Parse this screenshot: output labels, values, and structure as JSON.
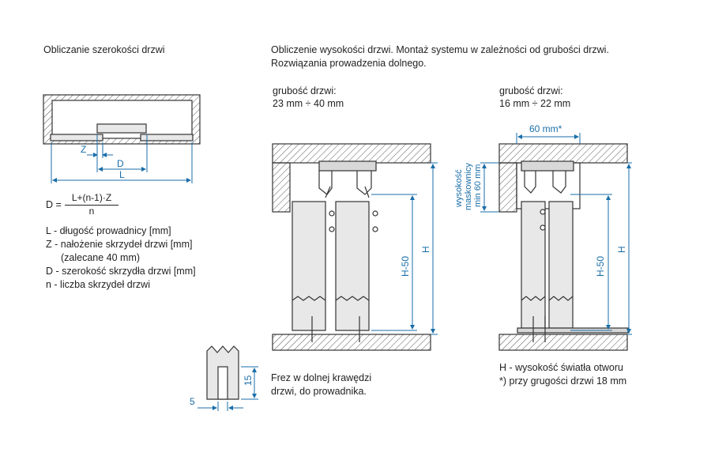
{
  "left": {
    "title": "Obliczanie szerokości drzwi",
    "dims": {
      "z": "Z",
      "d": "D",
      "l": "L"
    },
    "formula": {
      "lhs": "D =",
      "numerator": "L+(n-1)·Z",
      "denominator": "n"
    },
    "legend": [
      "L - długość prowadnicy [mm]",
      "Z - nałożenie skrzydeł drzwi [mm]",
      "(zalecane 40 mm)",
      "D - szerokość skrzydła drzwi [mm]",
      "n - liczba skrzydeł drzwi"
    ],
    "groove_dims": {
      "width": "5",
      "depth": "15"
    }
  },
  "right": {
    "title_line1": "Obliczenie wysokości drzwi. Montaż systemu w zależności od grubości drzwi.",
    "title_line2": "Rozwiązania prowadzenia dolnego.",
    "thick_a_label": "grubość drzwi:",
    "thick_a_value": "23 mm ÷ 40 mm",
    "thick_b_label": "grubość drzwi:",
    "thick_b_value": "16 mm ÷ 22 mm",
    "dims": {
      "h50": "H-50",
      "h": "H",
      "mask_width": "60 mm*",
      "mask_line1": "wysokość",
      "mask_line2": "maskownicy",
      "mask_line3": "min 60 mm"
    },
    "caption_a_line1": "Frez w dolnej krawędzi",
    "caption_a_line2": "drzwi, do prowadnika.",
    "note_line1": "H - wysokość światła otworu",
    "note_line2": "*) przy grugości drzwi 18 mm"
  },
  "colors": {
    "dimension": "#1a6ea8",
    "outline": "#333333",
    "fill": "#e8e8e8"
  }
}
